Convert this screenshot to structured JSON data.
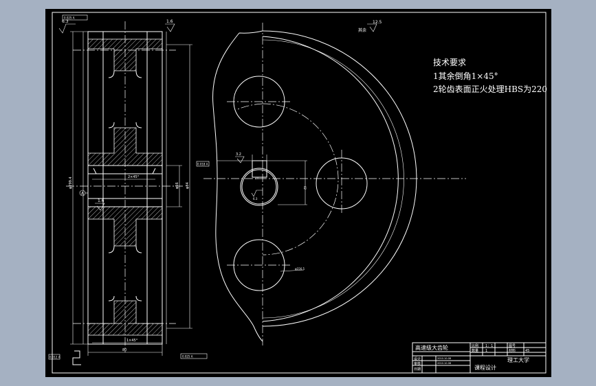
{
  "tech": {
    "title": "技术要求",
    "line1": "1其余倒角1×45°",
    "line2": "2轮齿表面正火处理HBS为220"
  },
  "roughness": {
    "top_left": "6.3",
    "top_mid": "1.6",
    "right": "12.5",
    "rest_note": "其余",
    "bore_side": "1.6",
    "keyway": "3.2",
    "small": "6.3"
  },
  "datum": {
    "letter": "A"
  },
  "tolerance": {
    "top": "0.025 A",
    "bottom": "0.025 A",
    "side": "0.018 A",
    "left": "0.012 A"
  },
  "dims": {
    "bore": "2×45°",
    "chamfer": "1×45°",
    "keyway_width": "18",
    "keyway_depth": "62",
    "hub_dia": "φ84",
    "bore_dia": "φ56",
    "width": "80",
    "hole_circle": "φ156.5",
    "outer_dia": "φ299.4"
  },
  "title_block": {
    "part_name": "高速级大齿轮",
    "scale_label": "比例",
    "scale_value": "1：1",
    "drawing_no_label": "图号",
    "qty_label": "数量",
    "qty_value": "1",
    "material_label": "材料",
    "material_value": "45",
    "designer_label": "设计",
    "checker_label": "审核",
    "date_label": "日期",
    "design_date": "2010.10.08",
    "check_date": "2010.10.08",
    "school": "理工大学",
    "course": "课程设计"
  },
  "colors": {
    "background": "#a5b1c2",
    "canvas": "#000000",
    "lines": "#ffffff"
  }
}
